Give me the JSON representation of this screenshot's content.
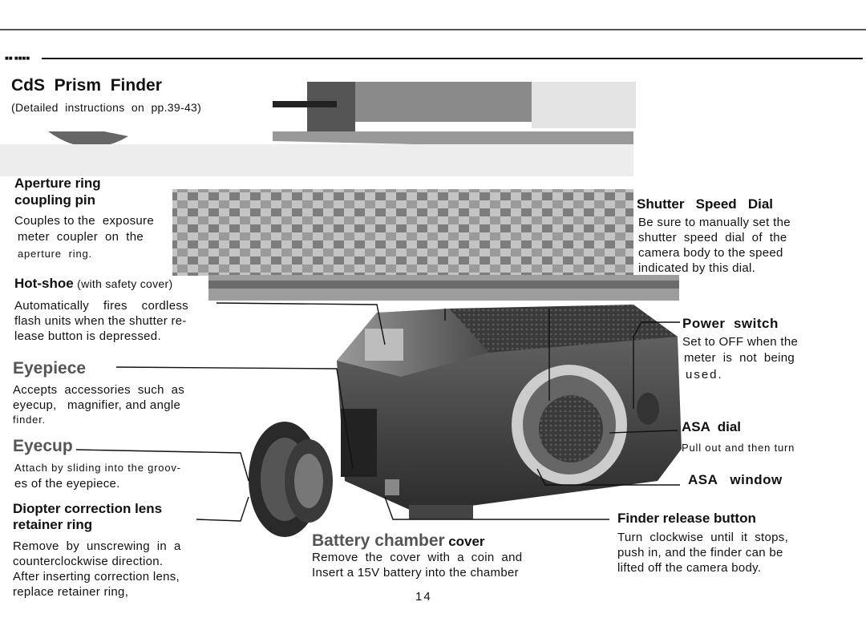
{
  "header": {
    "corner_mark": "■■ ■■■■"
  },
  "title": {
    "main": "CdS  Prism  Finder",
    "sub": "(Detailed  instructions  on  pp.39-43)"
  },
  "aperture": {
    "heading_line1": "Aperture ring",
    "heading_line2": "coupling pin",
    "body_line1": "Couples to the  exposure",
    "body_line2": "meter  coupler  on  the",
    "body_line3": "aperture  ring."
  },
  "hotshoe": {
    "heading": "Hot-shoe",
    "heading_note": "(with safety cover)",
    "body_line1": "Automatically    fires    cordless",
    "body_line2": "flash units when the shutter re-",
    "body_line3": "lease button is depressed."
  },
  "eyepiece": {
    "heading": "Eyepiece",
    "body_line1": "Accepts  accessories  such  as",
    "body_line2": "eyecup,   magnifier, and angle",
    "body_line3": "finder."
  },
  "eyecup": {
    "heading": "Eyecup",
    "body_line1": "Attach by sliding into the groov-",
    "body_line2": "es of the eyepiece."
  },
  "diopter": {
    "heading_line1": "Diopter correction lens",
    "heading_line2": "retainer ring",
    "body_line1": "Remove  by  unscrewing  in  a",
    "body_line2": "counterclockwise direction.",
    "body_line3": "After inserting correction lens,",
    "body_line4": "replace retainer ring,"
  },
  "battery": {
    "heading": "Battery chamber",
    "heading_tail": "cover",
    "body_line1": "Remove  the  cover  with  a  coin  and",
    "body_line2": "Insert a 15V battery into the chamber"
  },
  "page_number": "14",
  "shutter": {
    "heading": "Shutter   Speed   Dial",
    "body_line1": "Be sure to manually set the",
    "body_line2": "shutter  speed  dial  of  the",
    "body_line3": "camera body to the speed",
    "body_line4": "indicated by this dial."
  },
  "power": {
    "heading": "Power  switch",
    "body_line1": "Set to OFF when the",
    "body_line2": "meter  is  not  being",
    "body_line3": "used."
  },
  "asa_dial": {
    "heading": "ASA  dial",
    "body": "Pull out and then turn"
  },
  "asa_window": {
    "heading": "ASA   window"
  },
  "finder_release": {
    "heading": "Finder release button",
    "body_line1": "Turn  clockwise  until  it  stops,",
    "body_line2": "push in, and the finder can be",
    "body_line3": "lifted off the camera body."
  },
  "colors": {
    "ink": "#111111",
    "photo_dark": "#3c3c3c",
    "photo_mid": "#7a7a7a",
    "photo_light": "#c8c8c8"
  }
}
